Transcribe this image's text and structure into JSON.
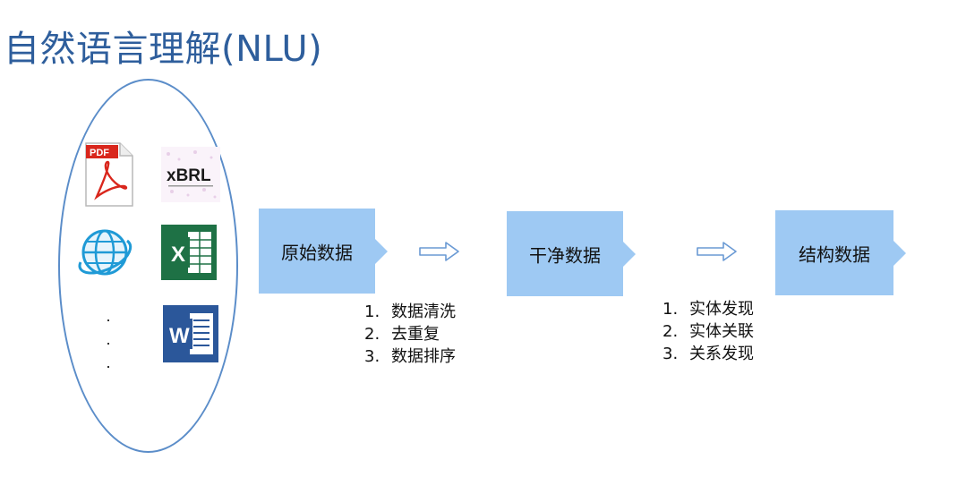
{
  "title": "自然语言理解(NLU)",
  "sources": {
    "pdf_badge": "PDF",
    "xbrl_logo": "xBRL",
    "excel_letter": "X",
    "word_letter": "W",
    "ellipsis_dots": [
      ".",
      ".",
      "."
    ]
  },
  "stages": [
    {
      "label": "原始数据"
    },
    {
      "label": "干净数据"
    },
    {
      "label": "结构数据"
    }
  ],
  "steps_clean": [
    {
      "num": "1.",
      "text": "数据清洗"
    },
    {
      "num": "2.",
      "text": "去重复"
    },
    {
      "num": "3.",
      "text": "数据排序"
    }
  ],
  "steps_structure": [
    {
      "num": "1.",
      "text": "实体发现"
    },
    {
      "num": "2.",
      "text": "实体关联"
    },
    {
      "num": "3.",
      "text": "关系发现"
    }
  ],
  "colors": {
    "title": "#2e5e9c",
    "ellipse_border": "#5b8dc9",
    "stage_fill": "#9ec9f3",
    "arrow_stroke": "#6a9ad4",
    "excel_green": "#1e7145",
    "word_blue": "#2b579a",
    "pdf_red": "#d9261c"
  }
}
